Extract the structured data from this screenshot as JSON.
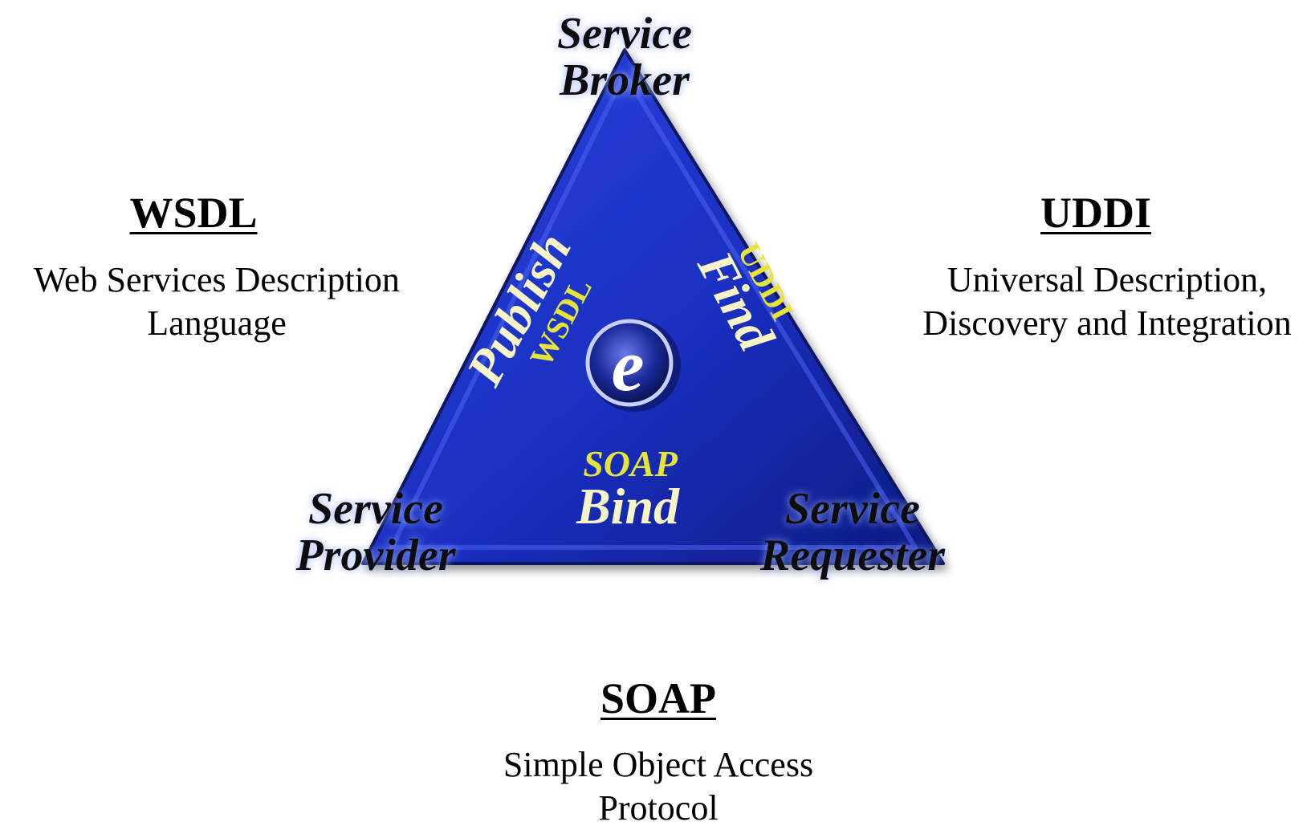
{
  "legend": {
    "wsdl": {
      "title": "WSDL",
      "line1": "Web Services Description",
      "line2": "Language"
    },
    "uddi": {
      "title": "UDDI",
      "line1": "Universal Description,",
      "line2": "Discovery and Integration"
    },
    "soap": {
      "title": "SOAP",
      "line1": "Simple Object Access",
      "line2": "Protocol"
    }
  },
  "triangle": {
    "broker": {
      "line1": "Service",
      "line2": "Broker"
    },
    "provider": {
      "line1": "Service",
      "line2": "Provider"
    },
    "requester": {
      "line1": "Service",
      "line2": "Requester"
    },
    "publish": {
      "verb": "Publish",
      "protocol": "WSDL"
    },
    "find": {
      "verb": "Find",
      "protocol": "UDDI"
    },
    "bind": {
      "verb": "Bind",
      "protocol": "SOAP"
    },
    "logo": "e"
  },
  "colors": {
    "triangle_blue": "#1a2fc0",
    "verb_cream": "#f7f4c8",
    "protocol_yellow": "#e6e43a",
    "role_text": "#111111"
  }
}
